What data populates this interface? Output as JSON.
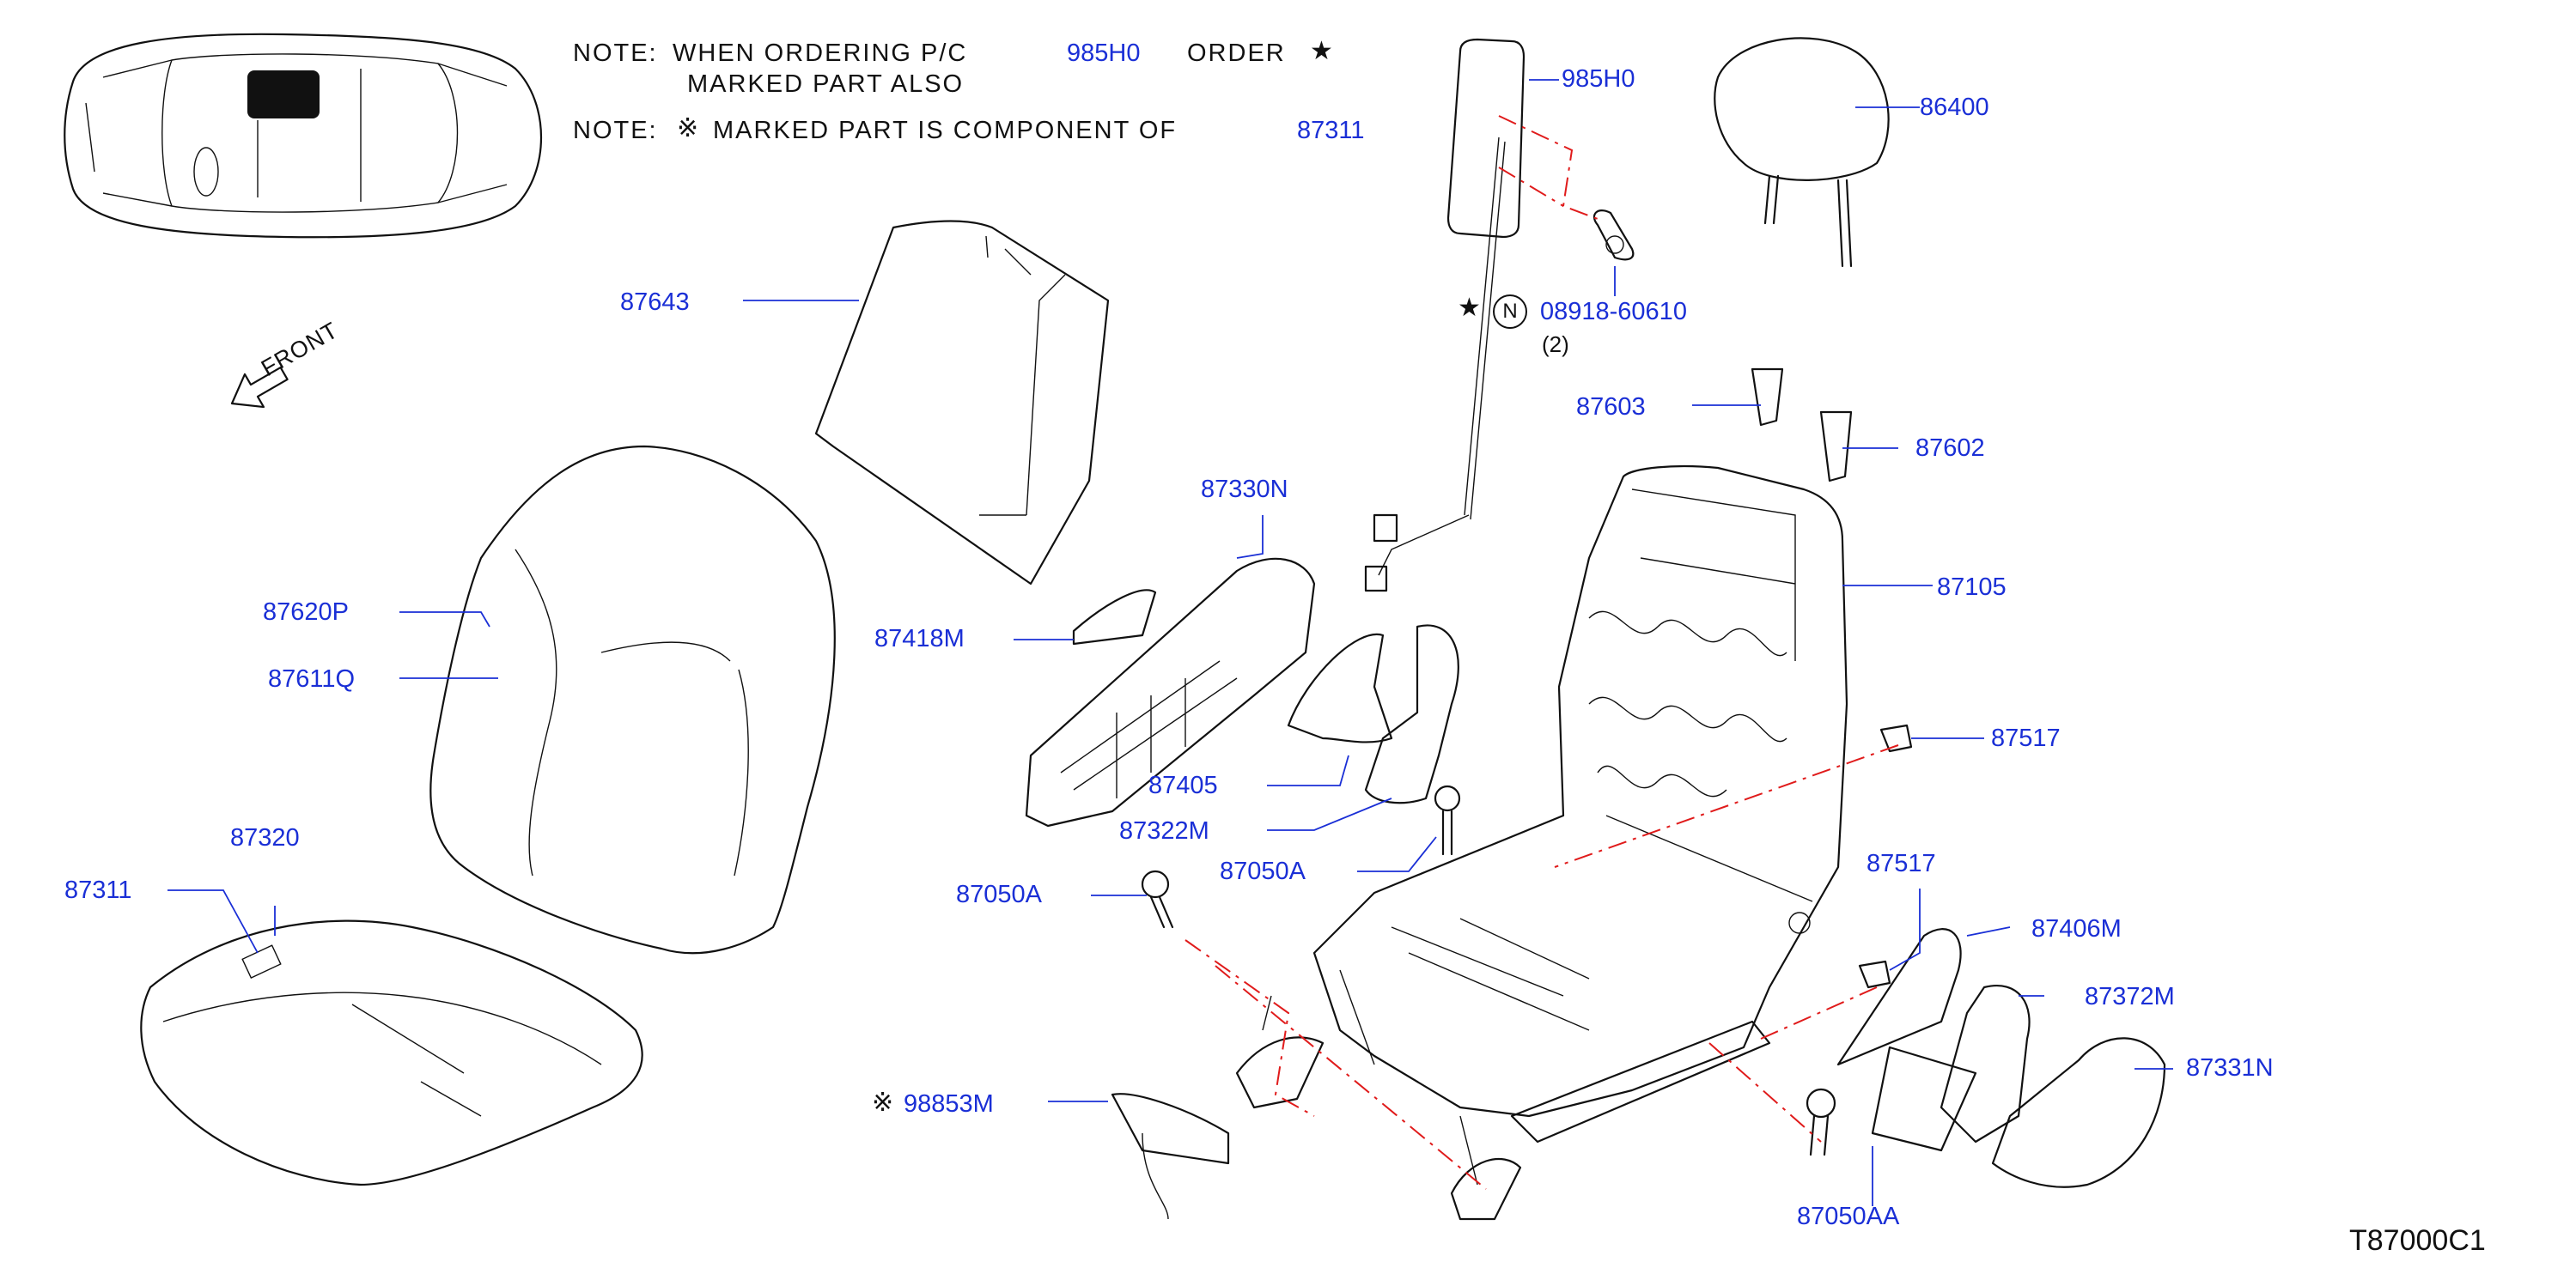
{
  "notes": {
    "note1_prefix": "NOTE:",
    "note1_text": "WHEN ORDERING P/C",
    "note1_part": "985H0",
    "note1_order": "ORDER",
    "note1_star": "★",
    "note1_line2": "MARKED PART ALSO",
    "note2_prefix": "NOTE:",
    "note2_symbol": "※",
    "note2_text": "MARKED PART IS COMPONENT OF",
    "note2_part": "87311"
  },
  "front_label": "FRONT",
  "parts": {
    "p985H0": "985H0",
    "p86400": "86400",
    "p08918": "08918-60610",
    "p08918_qty": "(2)",
    "p08918_n": "N",
    "p08918_star": "★",
    "p87643": "87643",
    "p87603": "87603",
    "p87602": "87602",
    "p87330N": "87330N",
    "p87418M": "87418M",
    "p87105": "87105",
    "p87517a": "87517",
    "p87620P": "87620P",
    "p87611Q": "87611Q",
    "p87405": "87405",
    "p87322M": "87322M",
    "p87050A_right": "87050A",
    "p87050A_left": "87050A",
    "p87320": "87320",
    "p87311": "87311",
    "p87517b": "87517",
    "p87406M": "87406M",
    "p87372M": "87372M",
    "p87331N": "87331N",
    "p98853M_sym": "※",
    "p98853M": "98853M",
    "p87050AA": "87050AA"
  },
  "diagram_code": "T87000C1"
}
